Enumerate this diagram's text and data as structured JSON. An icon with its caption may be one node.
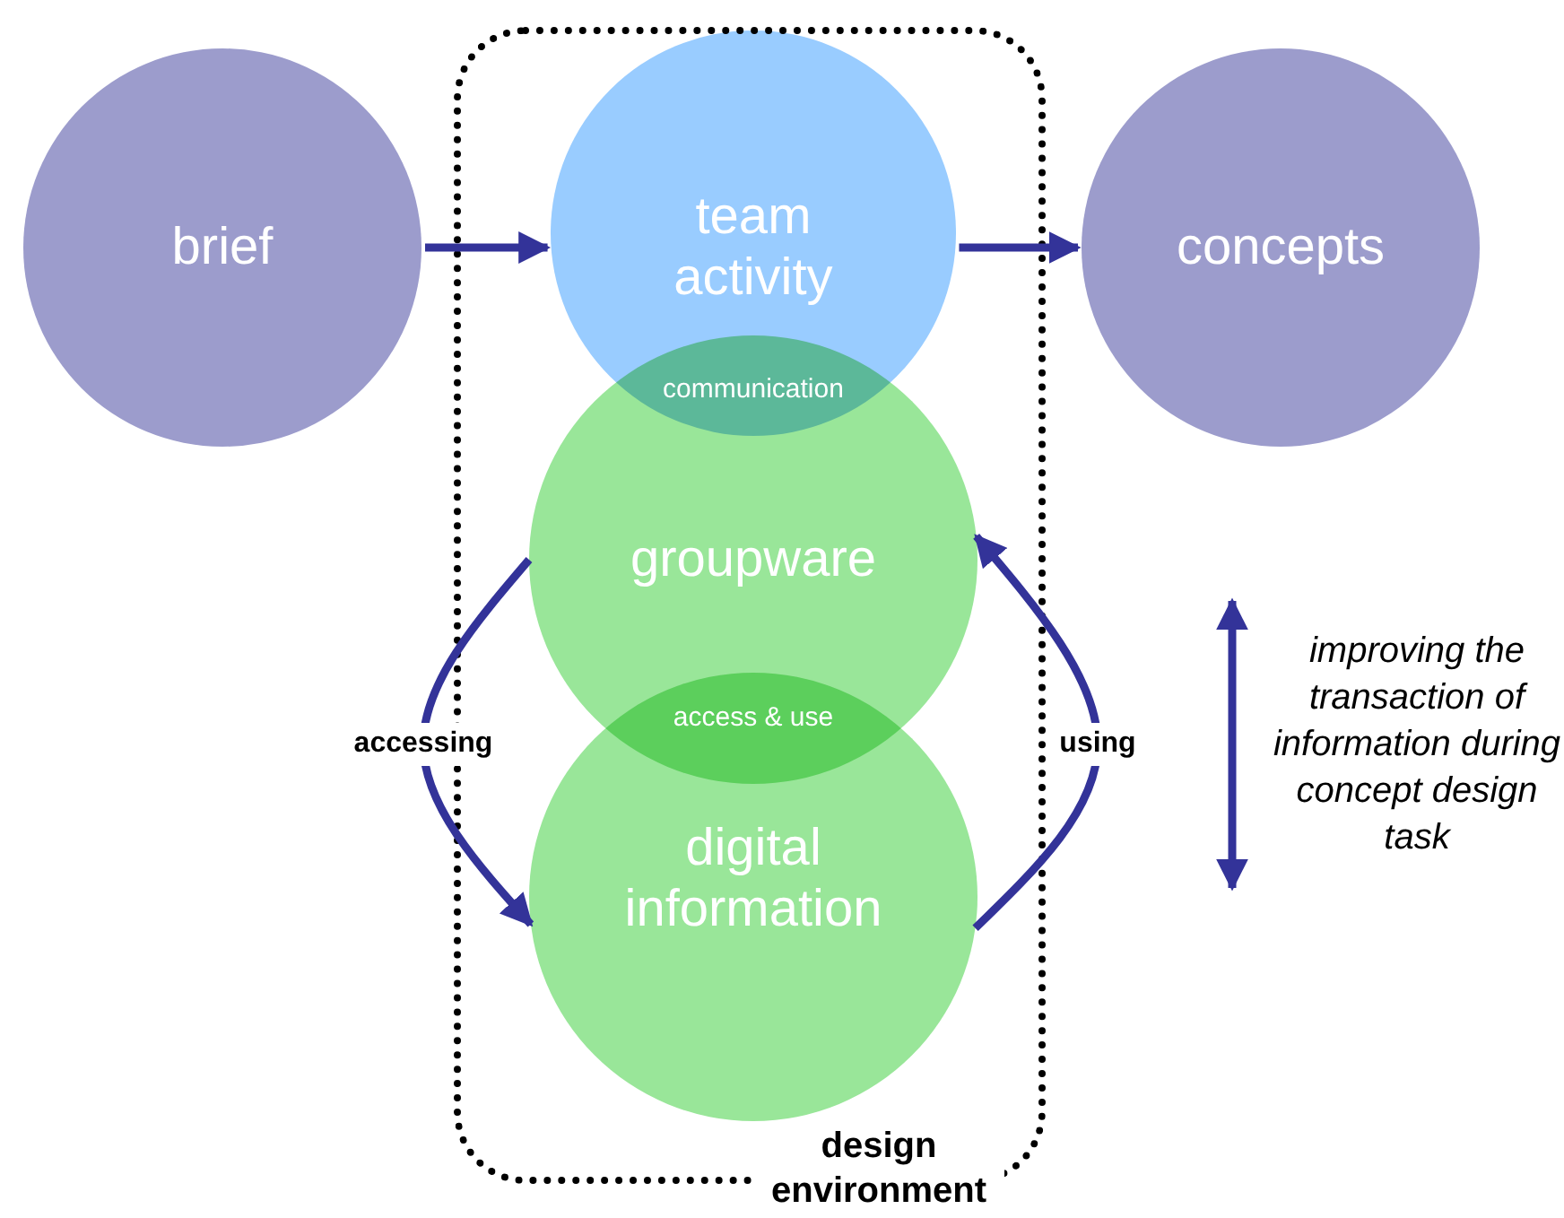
{
  "diagram": {
    "nodes": [
      {
        "text": [
          "design environment"
        ]
      },
      {
        "text": [
          "brief"
        ]
      },
      {
        "text": [
          "team activity"
        ],
        "in": 0
      },
      {
        "text": [
          "concepts"
        ]
      },
      {
        "text": [
          "groupware"
        ],
        "in": 0
      },
      {
        "text": [
          "digital information"
        ],
        "in": 0
      }
    ],
    "edges": [
      {
        "from": 1,
        "to": 2,
        "arrow": "to"
      },
      {
        "from": 2,
        "to": 3,
        "arrow": "to"
      },
      {
        "from": 4,
        "to": 5,
        "arrow": "to",
        "label": "accessing"
      },
      {
        "from": 5,
        "to": 4,
        "arrow": "to",
        "label": "using"
      }
    ],
    "labels": [
      "communication",
      "access & use",
      "improving the transaction of information during concept design task"
    ]
  }
}
